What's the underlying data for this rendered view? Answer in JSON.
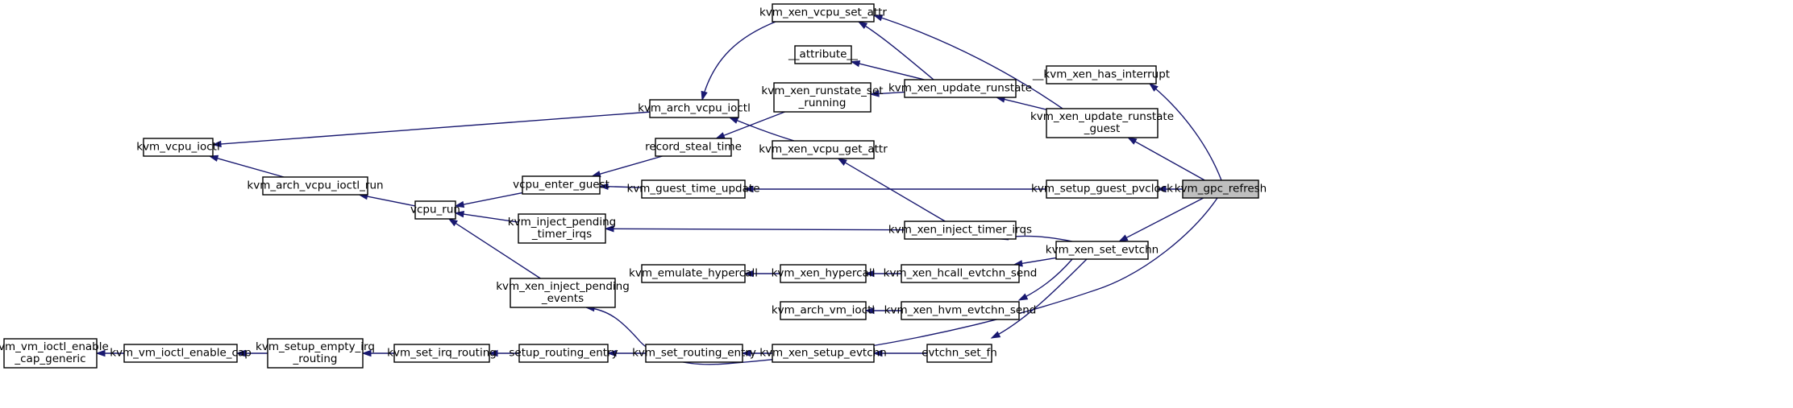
{
  "diagram": {
    "root_label": "kvm_gpc_refresh",
    "nodes": {
      "kvm_vm_ioctl_enable_cap_generic": [
        "kvm_vm_ioctl_enable",
        "_cap_generic"
      ],
      "kvm_vm_ioctl_enable_cap": [
        "kvm_vm_ioctl_enable_cap"
      ],
      "kvm_setup_empty_irq_routing": [
        "kvm_setup_empty_irq",
        "_routing"
      ],
      "kvm_set_irq_routing": [
        "kvm_set_irq_routing"
      ],
      "setup_routing_entry": [
        "setup_routing_entry"
      ],
      "kvm_set_routing_entry": [
        "kvm_set_routing_entry"
      ],
      "kvm_xen_setup_evtchn": [
        "kvm_xen_setup_evtchn"
      ],
      "evtchn_set_fn": [
        "evtchn_set_fn"
      ],
      "kvm_vcpu_ioctl": [
        "kvm_vcpu_ioctl"
      ],
      "kvm_arch_vcpu_ioctl_run": [
        "kvm_arch_vcpu_ioctl_run"
      ],
      "vcpu_run": [
        "vcpu_run"
      ],
      "vcpu_enter_guest": [
        "vcpu_enter_guest"
      ],
      "kvm_inject_pending_timer_irqs": [
        "kvm_inject_pending",
        "_timer_irqs"
      ],
      "kvm_xen_inject_pending_events": [
        "kvm_xen_inject_pending",
        "_events"
      ],
      "record_steal_time": [
        "record_steal_time"
      ],
      "kvm_guest_time_update": [
        "kvm_guest_time_update"
      ],
      "kvm_arch_vcpu_ioctl": [
        "kvm_arch_vcpu_ioctl"
      ],
      "kvm_xen_vcpu_set_attr": [
        "kvm_xen_vcpu_set_attr"
      ],
      "attribute": [
        "__attribute__"
      ],
      "kvm_xen_runstate_set_running": [
        "kvm_xen_runstate_set",
        "_running"
      ],
      "kvm_xen_vcpu_get_attr": [
        "kvm_xen_vcpu_get_attr"
      ],
      "kvm_xen_update_runstate": [
        "kvm_xen_update_runstate"
      ],
      "kvm_xen_inject_timer_irqs": [
        "kvm_xen_inject_timer_irqs"
      ],
      "kvm_emulate_hypercall": [
        "kvm_emulate_hypercall"
      ],
      "kvm_xen_hypercall": [
        "kvm_xen_hypercall"
      ],
      "kvm_xen_hcall_evtchn_send": [
        "kvm_xen_hcall_evtchn_send"
      ],
      "kvm_arch_vm_ioctl": [
        "kvm_arch_vm_ioctl"
      ],
      "kvm_xen_hvm_evtchn_send": [
        "kvm_xen_hvm_evtchn_send"
      ],
      "kvm_xen_has_interrupt": [
        "__kvm_xen_has_interrupt"
      ],
      "kvm_xen_update_runstate_guest": [
        "kvm_xen_update_runstate",
        "_guest"
      ],
      "kvm_setup_guest_pvclock": [
        "kvm_setup_guest_pvclock"
      ],
      "kvm_xen_set_evtchn": [
        "kvm_xen_set_evtchn"
      ],
      "kvm_gpc_refresh": [
        "kvm_gpc_refresh"
      ]
    },
    "edges": [
      [
        "kvm_vm_ioctl_enable_cap",
        "kvm_vm_ioctl_enable_cap_generic"
      ],
      [
        "kvm_setup_empty_irq_routing",
        "kvm_vm_ioctl_enable_cap"
      ],
      [
        "kvm_set_irq_routing",
        "kvm_setup_empty_irq_routing"
      ],
      [
        "setup_routing_entry",
        "kvm_set_irq_routing"
      ],
      [
        "kvm_set_routing_entry",
        "setup_routing_entry"
      ],
      [
        "kvm_xen_setup_evtchn",
        "kvm_set_routing_entry"
      ],
      [
        "evtchn_set_fn",
        "kvm_xen_setup_evtchn"
      ],
      [
        "kvm_arch_vcpu_ioctl_run",
        "kvm_vcpu_ioctl"
      ],
      [
        "vcpu_run",
        "kvm_arch_vcpu_ioctl_run"
      ],
      [
        "vcpu_enter_guest",
        "vcpu_run"
      ],
      [
        "kvm_inject_pending_timer_irqs",
        "vcpu_run"
      ],
      [
        "kvm_xen_inject_pending_events",
        "vcpu_run"
      ],
      [
        "record_steal_time",
        "vcpu_enter_guest"
      ],
      [
        "kvm_guest_time_update",
        "vcpu_enter_guest"
      ],
      [
        "kvm_arch_vcpu_ioctl",
        "kvm_vcpu_ioctl"
      ],
      [
        "kvm_xen_vcpu_set_attr",
        "kvm_arch_vcpu_ioctl"
      ],
      [
        "kvm_xen_vcpu_get_attr",
        "kvm_arch_vcpu_ioctl"
      ],
      [
        "kvm_xen_runstate_set_running",
        "record_steal_time"
      ],
      [
        "kvm_xen_update_runstate",
        "kvm_xen_vcpu_set_attr"
      ],
      [
        "kvm_xen_update_runstate",
        "attribute"
      ],
      [
        "kvm_xen_update_runstate",
        "kvm_xen_runstate_set_running"
      ],
      [
        "kvm_xen_inject_timer_irqs",
        "kvm_xen_vcpu_get_attr"
      ],
      [
        "kvm_xen_inject_timer_irqs",
        "kvm_inject_pending_timer_irqs"
      ],
      [
        "kvm_xen_hypercall",
        "kvm_emulate_hypercall"
      ],
      [
        "kvm_xen_hcall_evtchn_send",
        "kvm_xen_hypercall"
      ],
      [
        "kvm_xen_hvm_evtchn_send",
        "kvm_arch_vm_ioctl"
      ],
      [
        "kvm_xen_update_runstate_guest",
        "kvm_xen_vcpu_set_attr"
      ],
      [
        "kvm_xen_update_runstate_guest",
        "kvm_xen_update_runstate"
      ],
      [
        "kvm_setup_guest_pvclock",
        "kvm_guest_time_update"
      ],
      [
        "kvm_xen_set_evtchn",
        "kvm_xen_inject_timer_irqs"
      ],
      [
        "kvm_xen_set_evtchn",
        "kvm_xen_hcall_evtchn_send"
      ],
      [
        "kvm_xen_set_evtchn",
        "kvm_xen_hvm_evtchn_send"
      ],
      [
        "kvm_xen_set_evtchn",
        "evtchn_set_fn"
      ],
      [
        "kvm_gpc_refresh",
        "kvm_xen_has_interrupt"
      ],
      [
        "kvm_gpc_refresh",
        "kvm_xen_update_runstate_guest"
      ],
      [
        "kvm_gpc_refresh",
        "kvm_setup_guest_pvclock"
      ],
      [
        "kvm_gpc_refresh",
        "kvm_xen_set_evtchn"
      ],
      [
        "kvm_gpc_refresh",
        "kvm_xen_inject_pending_events"
      ]
    ]
  }
}
